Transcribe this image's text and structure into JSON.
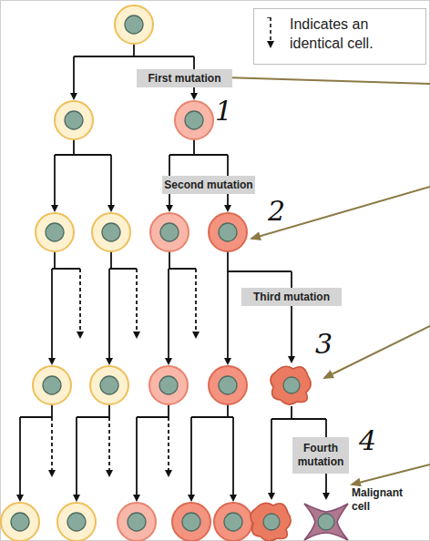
{
  "diagram": {
    "nodes": [
      {
        "text": [
          "First mutation"
        ]
      },
      {
        "text": [
          "Second mutation"
        ]
      },
      {
        "text": [
          "Third mutation"
        ]
      },
      {
        "text": [
          "Fourth mutation"
        ]
      }
    ],
    "labels": [
      "1",
      "2",
      "3",
      "4",
      "Malignant cell"
    ],
    "legend": [
      {
        "text": "Indicates an identical cell."
      }
    ]
  }
}
